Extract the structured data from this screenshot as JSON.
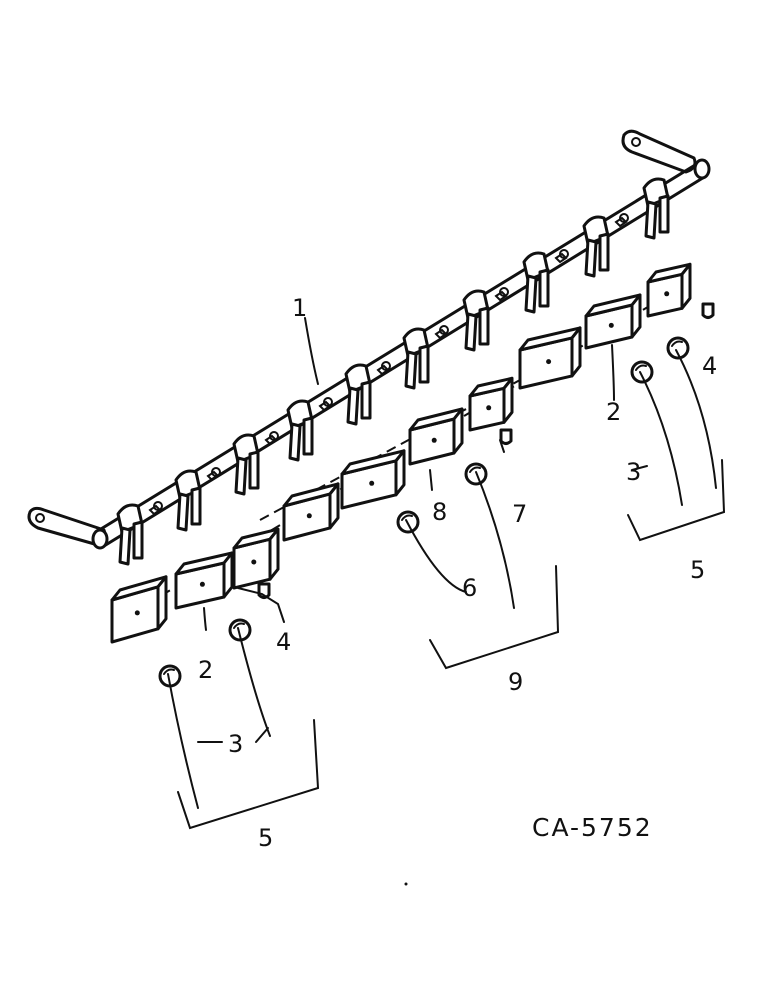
{
  "figure_id": "CA-5752",
  "callouts": {
    "c1": "1",
    "c2_left": "2",
    "c2_right": "2",
    "c3_left": "3",
    "c3_right": "3",
    "c4_left": "4",
    "c4_right": "4",
    "c5_left": "5",
    "c5_right": "5",
    "c6": "6",
    "c7": "7",
    "c8": "8",
    "c9": "9"
  }
}
